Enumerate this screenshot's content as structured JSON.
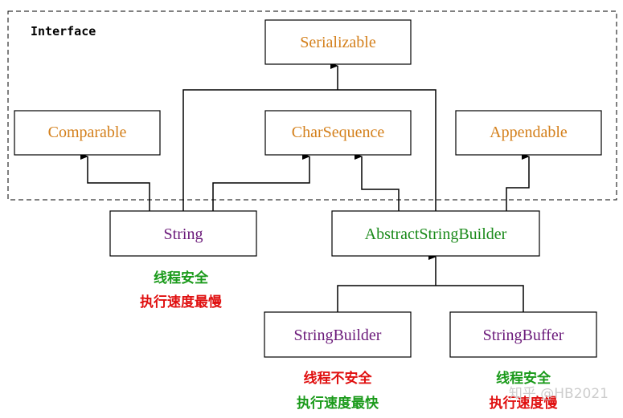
{
  "interface_region": {
    "label": "Interface"
  },
  "nodes": {
    "serializable": {
      "label": "Serializable",
      "color": "#d4801c"
    },
    "comparable": {
      "label": "Comparable",
      "color": "#d4801c"
    },
    "charsequence": {
      "label": "CharSequence",
      "color": "#d4801c"
    },
    "appendable": {
      "label": "Appendable",
      "color": "#d4801c"
    },
    "string": {
      "label": "String",
      "color": "#6b1a7a"
    },
    "abstractstringbuilder": {
      "label": "AbstractStringBuilder",
      "color": "#1a8a1a"
    },
    "stringbuilder": {
      "label": "StringBuilder",
      "color": "#6b1a7a"
    },
    "stringbuffer": {
      "label": "StringBuffer",
      "color": "#6b1a7a"
    }
  },
  "notes": {
    "string_safety": {
      "text": "线程安全",
      "color": "#1a9a1a"
    },
    "string_speed": {
      "text": "执行速度最慢",
      "color": "#e01010"
    },
    "builder_safety": {
      "text": "线程不安全",
      "color": "#e01010"
    },
    "builder_speed": {
      "text": "执行速度最快",
      "color": "#1a9a1a"
    },
    "buffer_safety": {
      "text": "线程安全",
      "color": "#1a9a1a"
    },
    "buffer_speed": {
      "text": "执行速度慢",
      "color": "#e01010"
    }
  },
  "edges": [
    {
      "from": "String",
      "to": "Comparable"
    },
    {
      "from": "String",
      "to": "CharSequence"
    },
    {
      "from": "String",
      "to": "Serializable"
    },
    {
      "from": "AbstractStringBuilder",
      "to": "CharSequence"
    },
    {
      "from": "AbstractStringBuilder",
      "to": "Serializable"
    },
    {
      "from": "AbstractStringBuilder",
      "to": "Appendable"
    },
    {
      "from": "StringBuilder",
      "to": "AbstractStringBuilder"
    },
    {
      "from": "StringBuffer",
      "to": "AbstractStringBuilder"
    }
  ],
  "watermark": {
    "text": "知乎 @HB2021",
    "color": "#c8c8c8"
  }
}
